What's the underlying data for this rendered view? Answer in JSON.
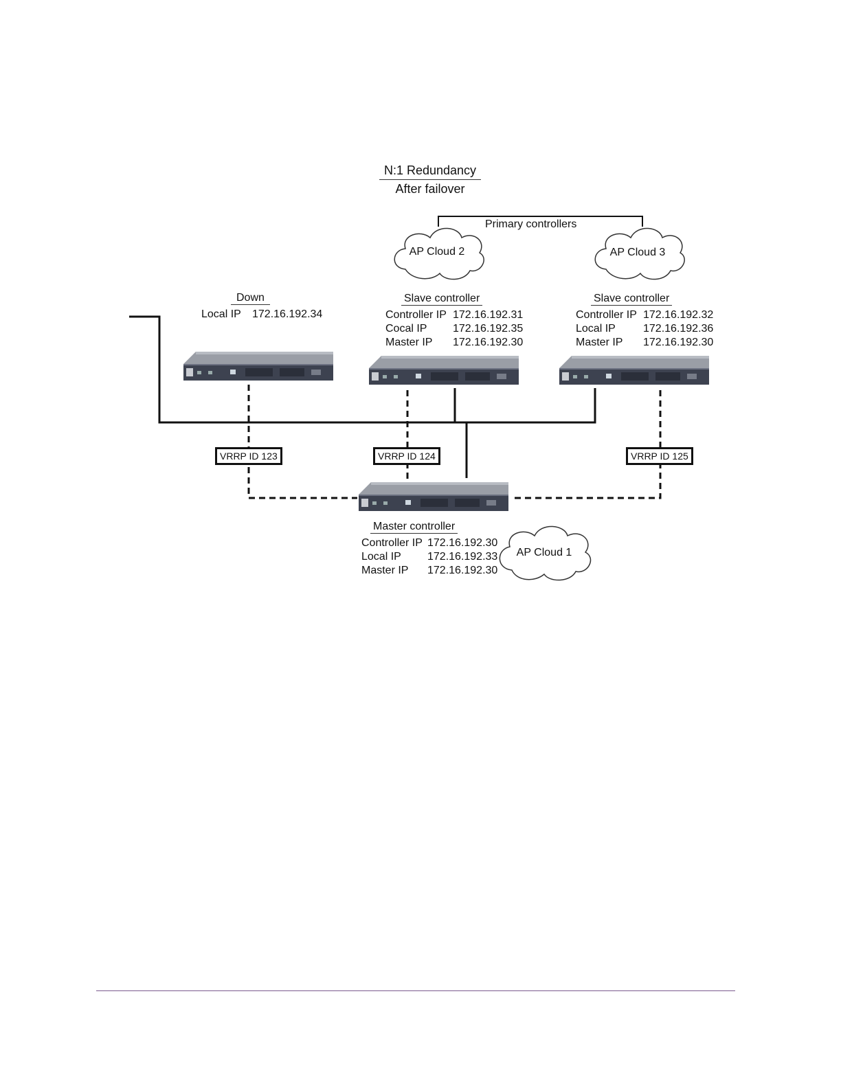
{
  "diagram": {
    "title": "N:1 Redundancy",
    "subtitle": "After failover",
    "primary_label": "Primary controllers",
    "clouds": {
      "cloud2": "AP Cloud 2",
      "cloud3": "AP Cloud 3",
      "cloud1": "AP Cloud 1"
    },
    "down": {
      "heading": "Down",
      "local_ip_label": "Local IP",
      "local_ip_value": "172.16.192.34"
    },
    "slave1": {
      "heading": "Slave controller",
      "rows": [
        {
          "k": "Controller IP",
          "v": "172.16.192.31"
        },
        {
          "k": "Cocal IP",
          "v": "172.16.192.35"
        },
        {
          "k": "Master IP",
          "v": "172.16.192.30"
        }
      ]
    },
    "slave2": {
      "heading": "Slave controller",
      "rows": [
        {
          "k": "Controller IP",
          "v": "172.16.192.32"
        },
        {
          "k": "Local IP",
          "v": "172.16.192.36"
        },
        {
          "k": "Master IP",
          "v": "172.16.192.30"
        }
      ]
    },
    "master": {
      "heading": "Master controller",
      "rows": [
        {
          "k": "Controller IP",
          "v": "172.16.192.30"
        },
        {
          "k": "Local IP",
          "v": "172.16.192.33"
        },
        {
          "k": "Master IP",
          "v": "172.16.192.30"
        }
      ]
    },
    "vrrp": [
      "VRRP ID 123",
      "VRRP ID 124",
      "VRRP ID 125"
    ]
  },
  "colors": {
    "line": "#111111",
    "device_body": "#3d4250",
    "device_top": "#8a8e96",
    "footer_rule": "#7b5a8e"
  }
}
